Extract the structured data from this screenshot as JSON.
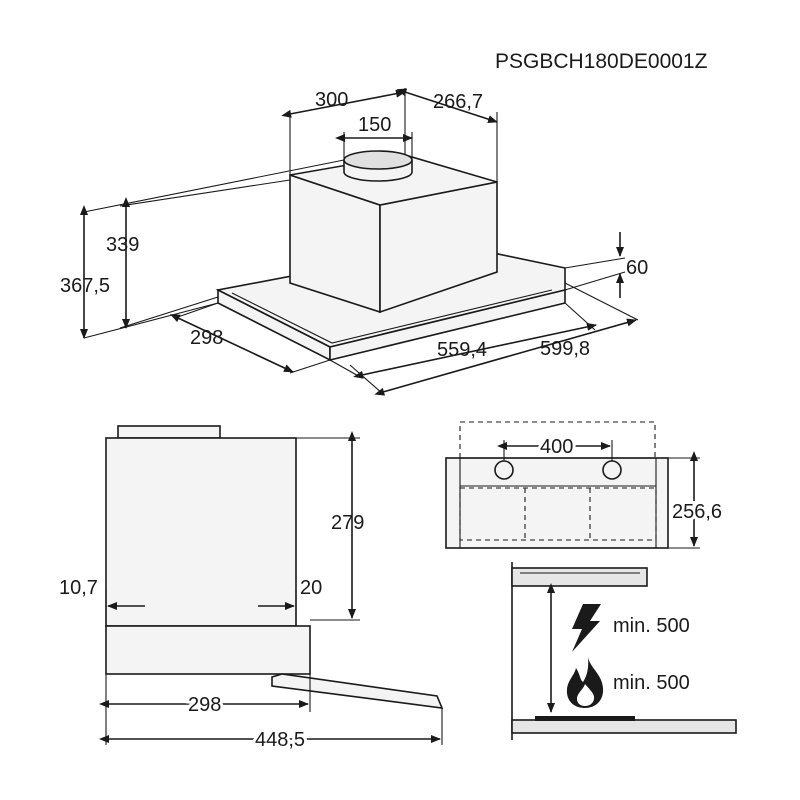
{
  "model_code": "PSGBCH180DE0001Z",
  "top_view": {
    "dims": {
      "d300": "300",
      "d266_7": "266,7",
      "d150": "150",
      "d339": "339",
      "d367_5": "367,5",
      "d60": "60",
      "d298": "298",
      "d559_4": "559,4",
      "d599_8": "599,8"
    }
  },
  "side_view": {
    "dims": {
      "d279": "279",
      "d10_7": "10,7",
      "d20": "20",
      "d298": "298",
      "d448_5": "448,5"
    }
  },
  "bottom_view": {
    "dims": {
      "d400": "400",
      "d256_6": "256,6"
    }
  },
  "clearance": {
    "electric_label": "min. 500",
    "gas_label": "min. 500",
    "electric_icon": "lightning-icon",
    "gas_icon": "flame-icon"
  }
}
